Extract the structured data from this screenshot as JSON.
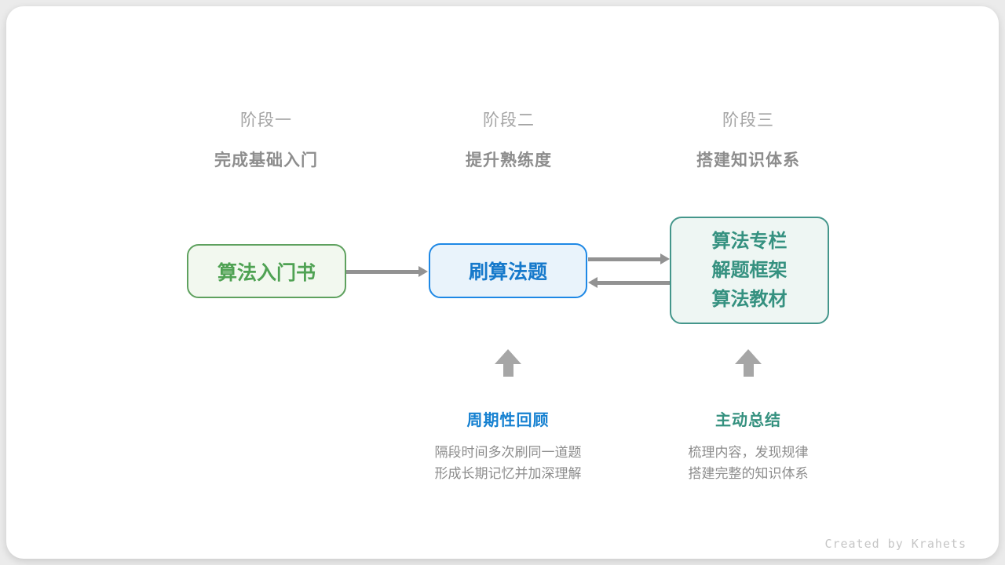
{
  "stages": [
    {
      "label": "阶段一",
      "subtitle": "完成基础入门"
    },
    {
      "label": "阶段二",
      "subtitle": "提升熟练度"
    },
    {
      "label": "阶段三",
      "subtitle": "搭建知识体系"
    }
  ],
  "nodes": {
    "intro_book": {
      "label": "算法入门书"
    },
    "practice": {
      "label": "刷算法题"
    },
    "resources": {
      "lines": [
        "算法专栏",
        "解题框架",
        "算法教材"
      ]
    }
  },
  "annotations": {
    "review": {
      "title": "周期性回顾",
      "desc1": "隔段时间多次刷同一道题",
      "desc2": "形成长期记忆并加深理解"
    },
    "summarize": {
      "title": "主动总结",
      "desc1": "梳理内容，发现规律",
      "desc2": "搭建完整的知识体系"
    }
  },
  "credit": "Created by Krahets",
  "colors": {
    "green_border": "#5ea15e",
    "green_bg": "#f2f8ef",
    "green_text": "#4fa253",
    "blue_border": "#1e88e5",
    "blue_bg": "#e9f3fb",
    "blue_text": "#1679cb",
    "teal_border": "#44968b",
    "teal_bg": "#eef6f3",
    "teal_text": "#359180",
    "connector_arrow": "#929292",
    "block_arrow": "#a6a6a6",
    "stage_label": "#a4a4a4",
    "stage_subtitle": "#8d8d8d",
    "annotation_blue": "#1681d1",
    "annotation_teal": "#35917f",
    "description_text": "#8d8d8d",
    "credit_text": "#c6c6c6"
  }
}
